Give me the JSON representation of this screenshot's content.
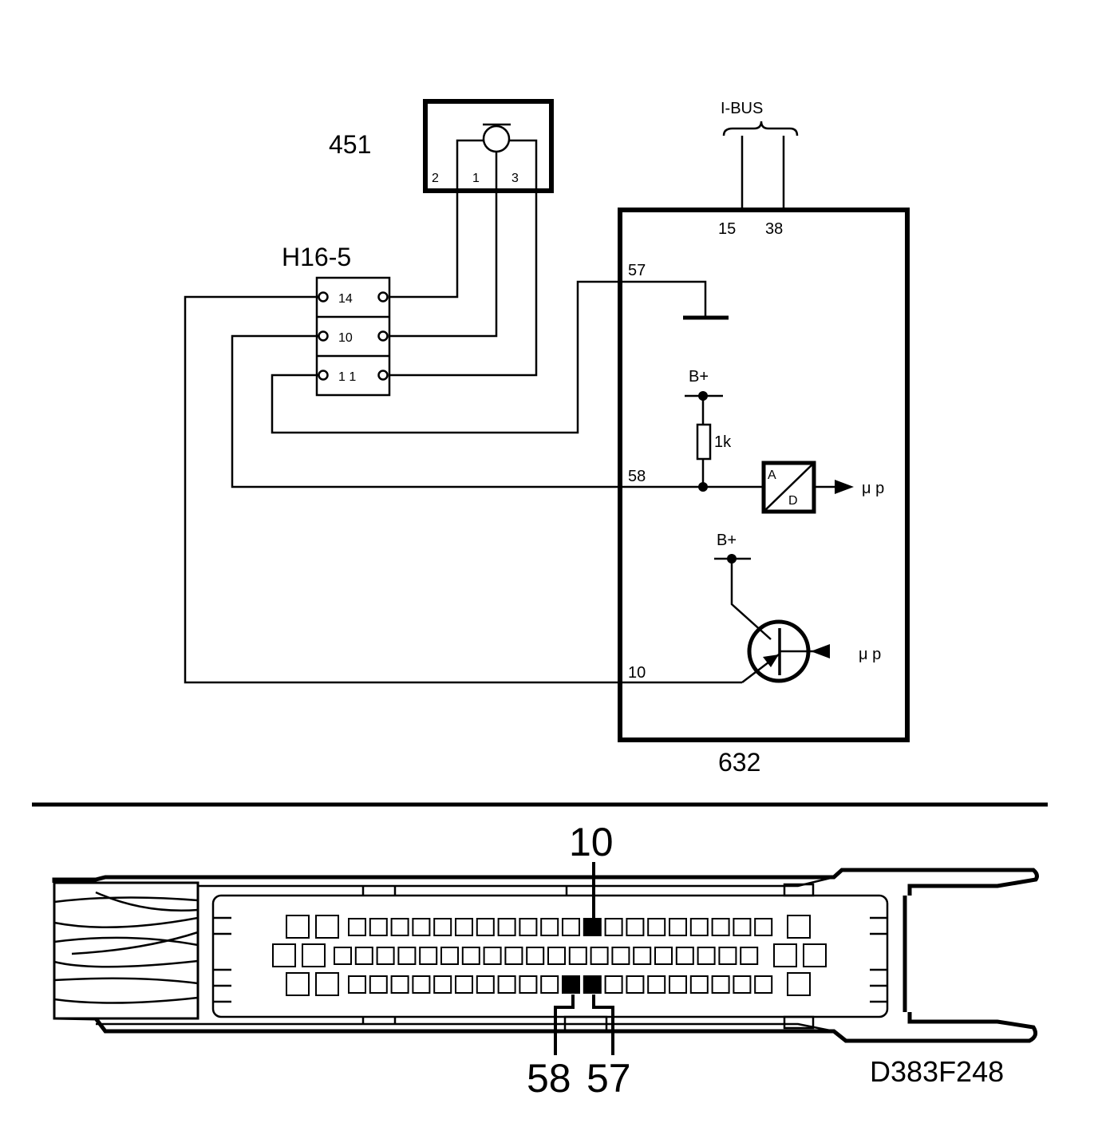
{
  "labels": {
    "switch_id": "451",
    "connector_id": "H16-5",
    "module_id": "632",
    "bus_label": "I-BUS",
    "diagram_code": "D383F248",
    "resistor_value": "1k",
    "supply": "B+",
    "adc_in": "A",
    "adc_out": "D",
    "mp": "μ p"
  },
  "switch_pins": [
    "2",
    "1",
    "3"
  ],
  "connector_pins": [
    "14",
    "10",
    "1 1"
  ],
  "module_pins": {
    "bus_a": "15",
    "bus_b": "38",
    "p57": "57",
    "p58": "58",
    "p10": "10"
  },
  "plug_labels": {
    "top": "10",
    "bottom_left": "58",
    "bottom_right": "57"
  }
}
